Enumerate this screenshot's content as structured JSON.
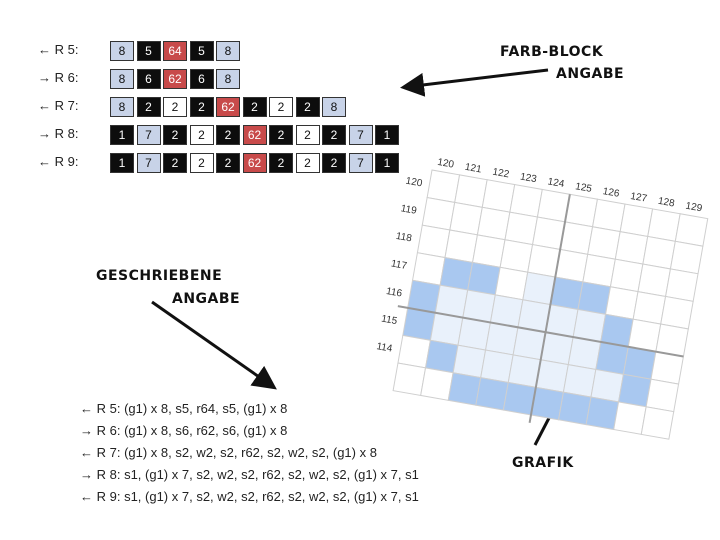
{
  "block_rows": [
    {
      "label": "← R 5:",
      "cells": [
        {
          "t": "8",
          "c": "blue"
        },
        {
          "t": "5",
          "c": "black"
        },
        {
          "t": "64",
          "c": "red"
        },
        {
          "t": "5",
          "c": "black"
        },
        {
          "t": "8",
          "c": "blue"
        }
      ]
    },
    {
      "label": "→ R 6:",
      "cells": [
        {
          "t": "8",
          "c": "blue"
        },
        {
          "t": "6",
          "c": "black"
        },
        {
          "t": "62",
          "c": "red"
        },
        {
          "t": "6",
          "c": "black"
        },
        {
          "t": "8",
          "c": "blue"
        }
      ]
    },
    {
      "label": "← R 7:",
      "cells": [
        {
          "t": "8",
          "c": "blue"
        },
        {
          "t": "2",
          "c": "black"
        },
        {
          "t": "2",
          "c": "white"
        },
        {
          "t": "2",
          "c": "black"
        },
        {
          "t": "62",
          "c": "red"
        },
        {
          "t": "2",
          "c": "black"
        },
        {
          "t": "2",
          "c": "white"
        },
        {
          "t": "2",
          "c": "black"
        },
        {
          "t": "8",
          "c": "blue"
        }
      ]
    },
    {
      "label": "→ R 8:",
      "cells": [
        {
          "t": "1",
          "c": "black"
        },
        {
          "t": "7",
          "c": "blue"
        },
        {
          "t": "2",
          "c": "black"
        },
        {
          "t": "2",
          "c": "white"
        },
        {
          "t": "2",
          "c": "black"
        },
        {
          "t": "62",
          "c": "red"
        },
        {
          "t": "2",
          "c": "black"
        },
        {
          "t": "2",
          "c": "white"
        },
        {
          "t": "2",
          "c": "black"
        },
        {
          "t": "7",
          "c": "blue"
        },
        {
          "t": "1",
          "c": "black"
        }
      ]
    },
    {
      "label": "← R 9:",
      "cells": [
        {
          "t": "1",
          "c": "black"
        },
        {
          "t": "7",
          "c": "blue"
        },
        {
          "t": "2",
          "c": "black"
        },
        {
          "t": "2",
          "c": "white"
        },
        {
          "t": "2",
          "c": "black"
        },
        {
          "t": "62",
          "c": "red"
        },
        {
          "t": "2",
          "c": "black"
        },
        {
          "t": "2",
          "c": "white"
        },
        {
          "t": "2",
          "c": "black"
        },
        {
          "t": "7",
          "c": "blue"
        },
        {
          "t": "1",
          "c": "black"
        }
      ]
    }
  ],
  "labels": {
    "farb_block_1": "FARB-BLOCK",
    "farb_block_2": "ANGABE",
    "geschriebene_1": "GESCHRIEBENE",
    "geschriebene_2": "ANGABE",
    "grafik": "GRAFIK"
  },
  "written_rows": [
    "← R 5: (g1) x 8, s5, r64, s5, (g1) x 8",
    "→ R 6: (g1) x 8, s6, r62, s6, (g1) x 8",
    "← R 7: (g1) x 8, s2, w2, s2, r62, s2, w2, s2, (g1) x 8",
    "→ R 8: s1, (g1) x 7, s2, w2, s2, r62, s2, w2, s2, (g1) x 7, s1",
    "← R 9: s1, (g1) x 7, s2, w2, s2, r62, s2, w2, s2, (g1) x 7, s1"
  ],
  "grid": {
    "col_labels": [
      "120",
      "121",
      "122",
      "123",
      "124",
      "125",
      "126",
      "127",
      "128",
      "129"
    ],
    "row_labels": [
      "120",
      "119",
      "118",
      "117",
      "116",
      "115",
      "114"
    ]
  },
  "colors": {
    "blue_cell": "#c8d3e8",
    "black_cell": "#0d0d0d",
    "red_cell": "#c84a4a",
    "grid_blue": "#a9c8f0",
    "grid_light": "#e9f1fb"
  }
}
